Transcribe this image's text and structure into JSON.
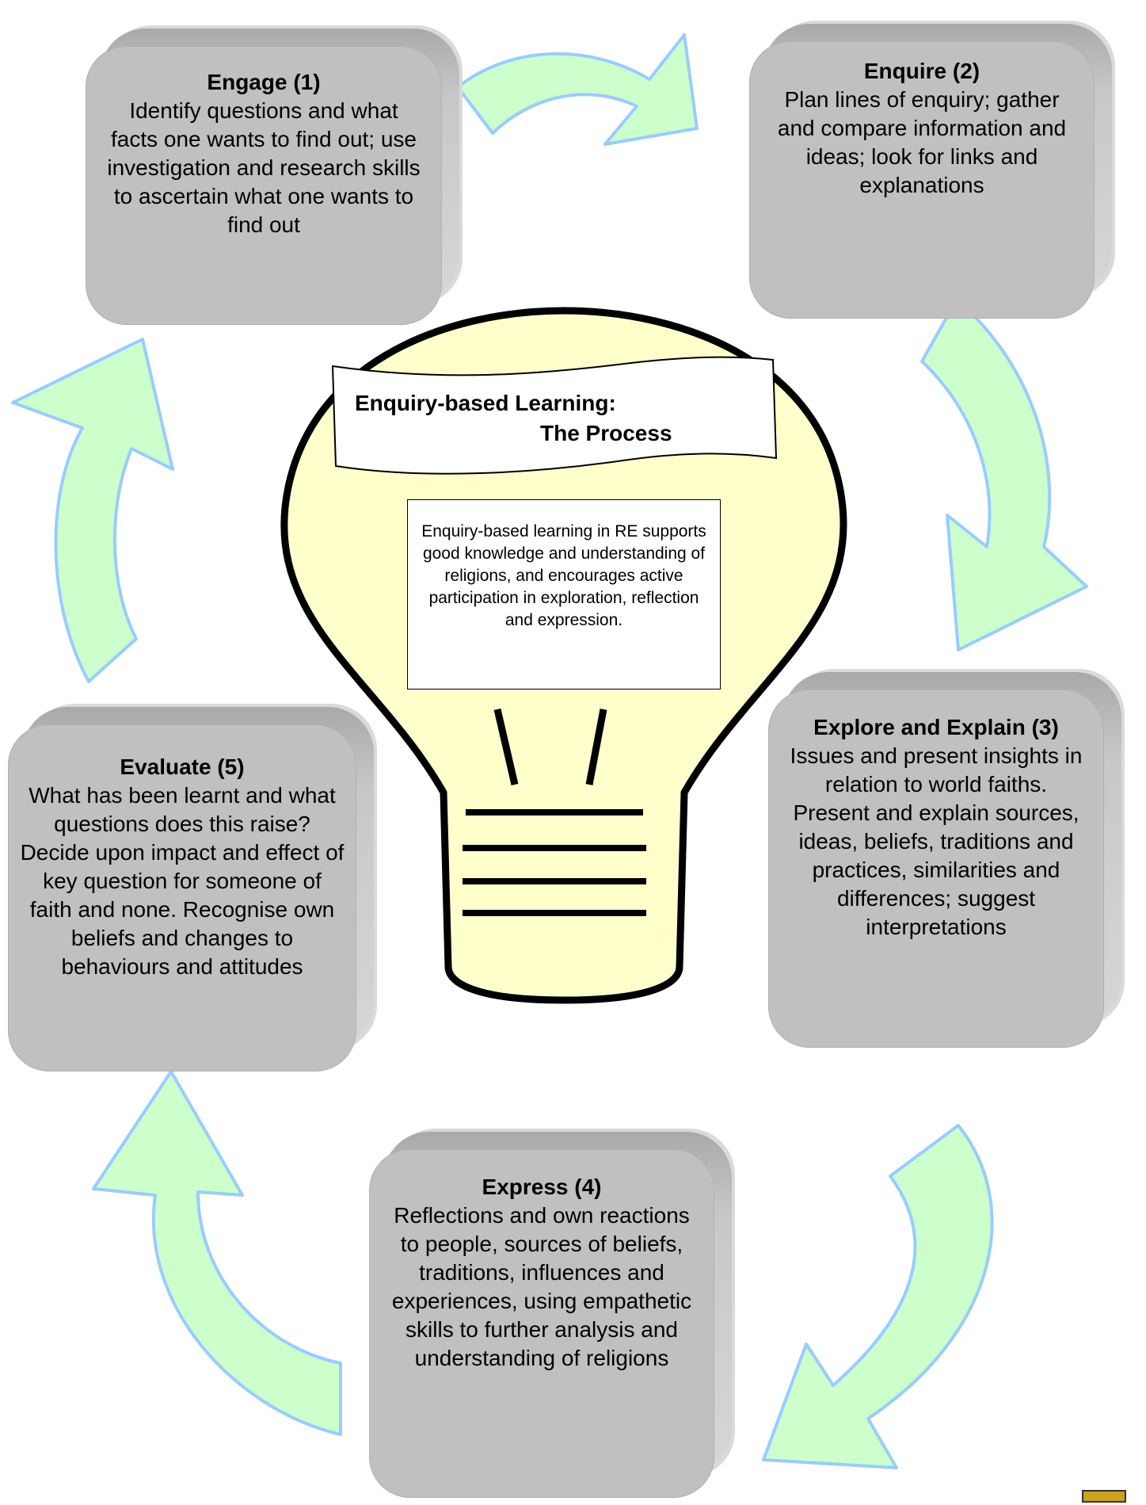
{
  "diagram": {
    "banner": {
      "line1": "Enquiry-based Learning:",
      "line2": "The Process"
    },
    "intro_text": "Enquiry-based learning in RE supports good knowledge and understanding of religions, and encourages active participation in exploration, reflection and expression.",
    "stages": {
      "engage": {
        "title": "Engage (1)",
        "text": "Identify questions and what facts one wants to find out; use investigation and research skills to ascertain what one wants to find out"
      },
      "enquire": {
        "title": "Enquire (2)",
        "text": "Plan lines of enquiry; gather and compare information and ideas; look for links and explanations"
      },
      "explore": {
        "title": "Explore and Explain (3)",
        "text": "Issues and present insights in relation to world faiths.  Present and explain sources, ideas, beliefs, traditions and practices, similarities and differences; suggest interpretations"
      },
      "express": {
        "title": "Express (4)",
        "text": "Reflections and own reactions to people, sources of beliefs, traditions, influences and experiences, using empathetic skills to further analysis and understanding of religions"
      },
      "evaluate": {
        "title": "Evaluate (5)",
        "text": "What has been learnt and what questions does this raise?  Decide upon impact and effect of key question for someone of faith and none.  Recognise own beliefs and changes to behaviours and attitudes"
      }
    },
    "colors": {
      "arrow_fill": "#ccffcc",
      "arrow_stroke": "#99ccff",
      "bulb_fill": "#ffffcc",
      "box_fill": "#c0c0c0"
    }
  }
}
